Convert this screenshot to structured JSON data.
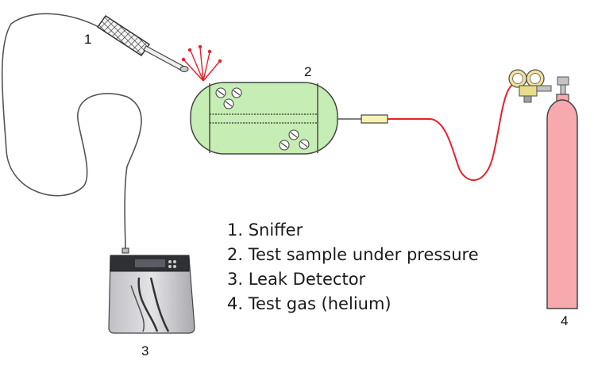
{
  "labels": {
    "sniffer": "1",
    "test_sample": "2",
    "leak_detector": "3",
    "test_gas": "4"
  },
  "legend": [
    "1. Sniffer",
    "2. Test sample under pressure",
    "3. Leak Detector",
    "4. Test gas (helium)"
  ],
  "colors": {
    "vessel": "#c6edb3",
    "cylinder": "#f7a9ad",
    "gas_line": "#e8202a",
    "leak_arrows": "#e8202a",
    "detector_body": "#d9d9dc"
  }
}
